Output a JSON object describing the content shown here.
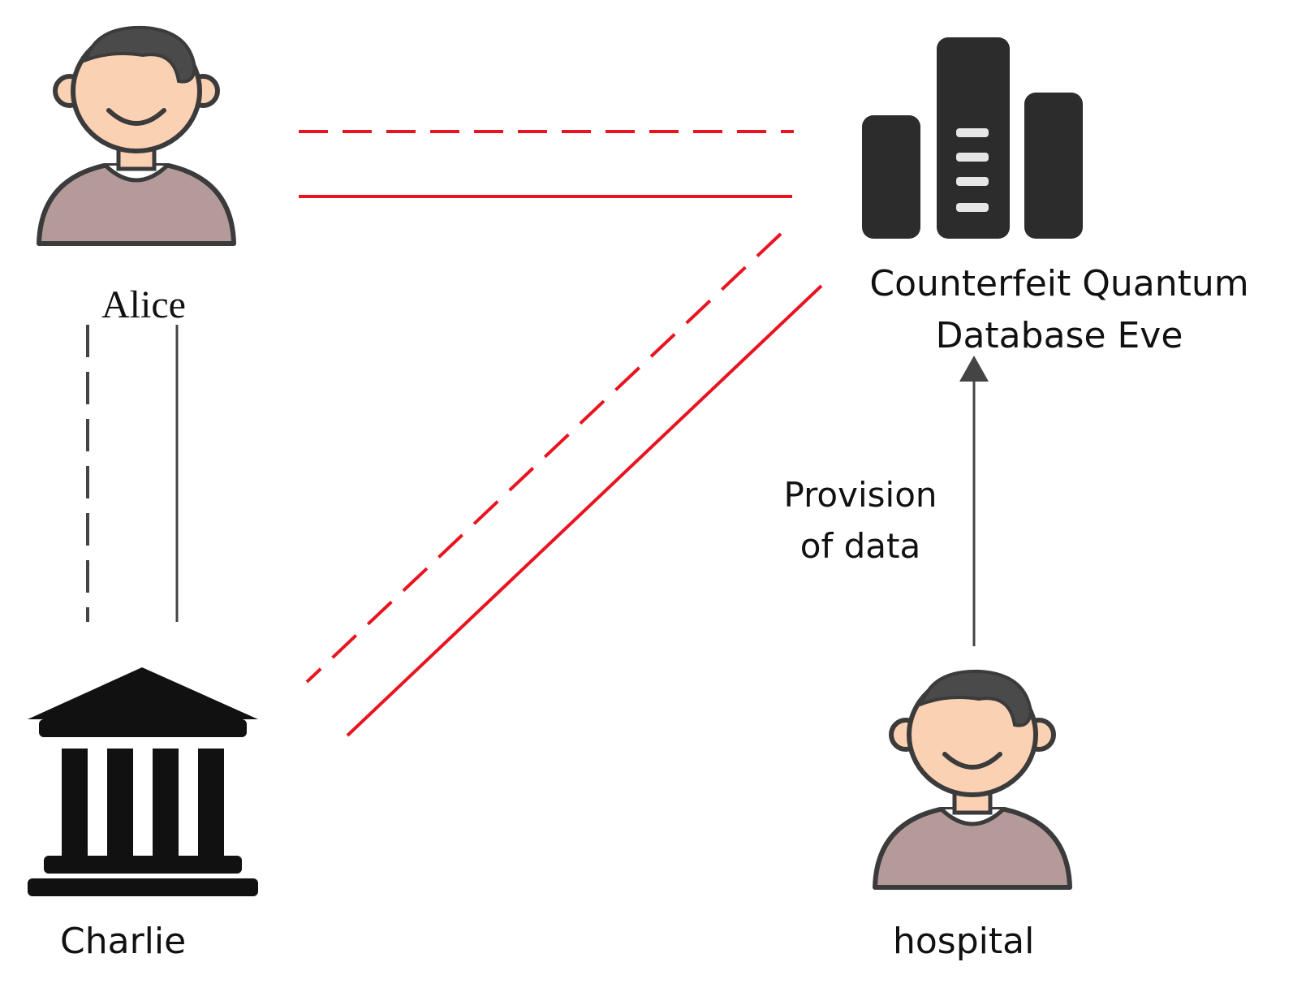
{
  "nodes": {
    "alice": {
      "label": "Alice"
    },
    "charlie": {
      "label": "Charlie"
    },
    "eve": {
      "label": "Counterfeit Quantum Database Eve"
    },
    "hospital": {
      "label": "hospital"
    }
  },
  "edges": {
    "hospital_to_eve": {
      "label": "Provision of data"
    }
  },
  "colors": {
    "channel_red": "#e8141f",
    "classical_gray": "#444444",
    "skin": "#fbd1b4",
    "hair": "#4a4a4a",
    "shirt": "#b49a98",
    "icon_dark": "#2c2c2c",
    "outline": "#3b3b3b"
  },
  "icons": {
    "alice": "person-icon",
    "hospital": "person-icon",
    "charlie": "bank-building-icon",
    "eve": "database-server-icon"
  }
}
